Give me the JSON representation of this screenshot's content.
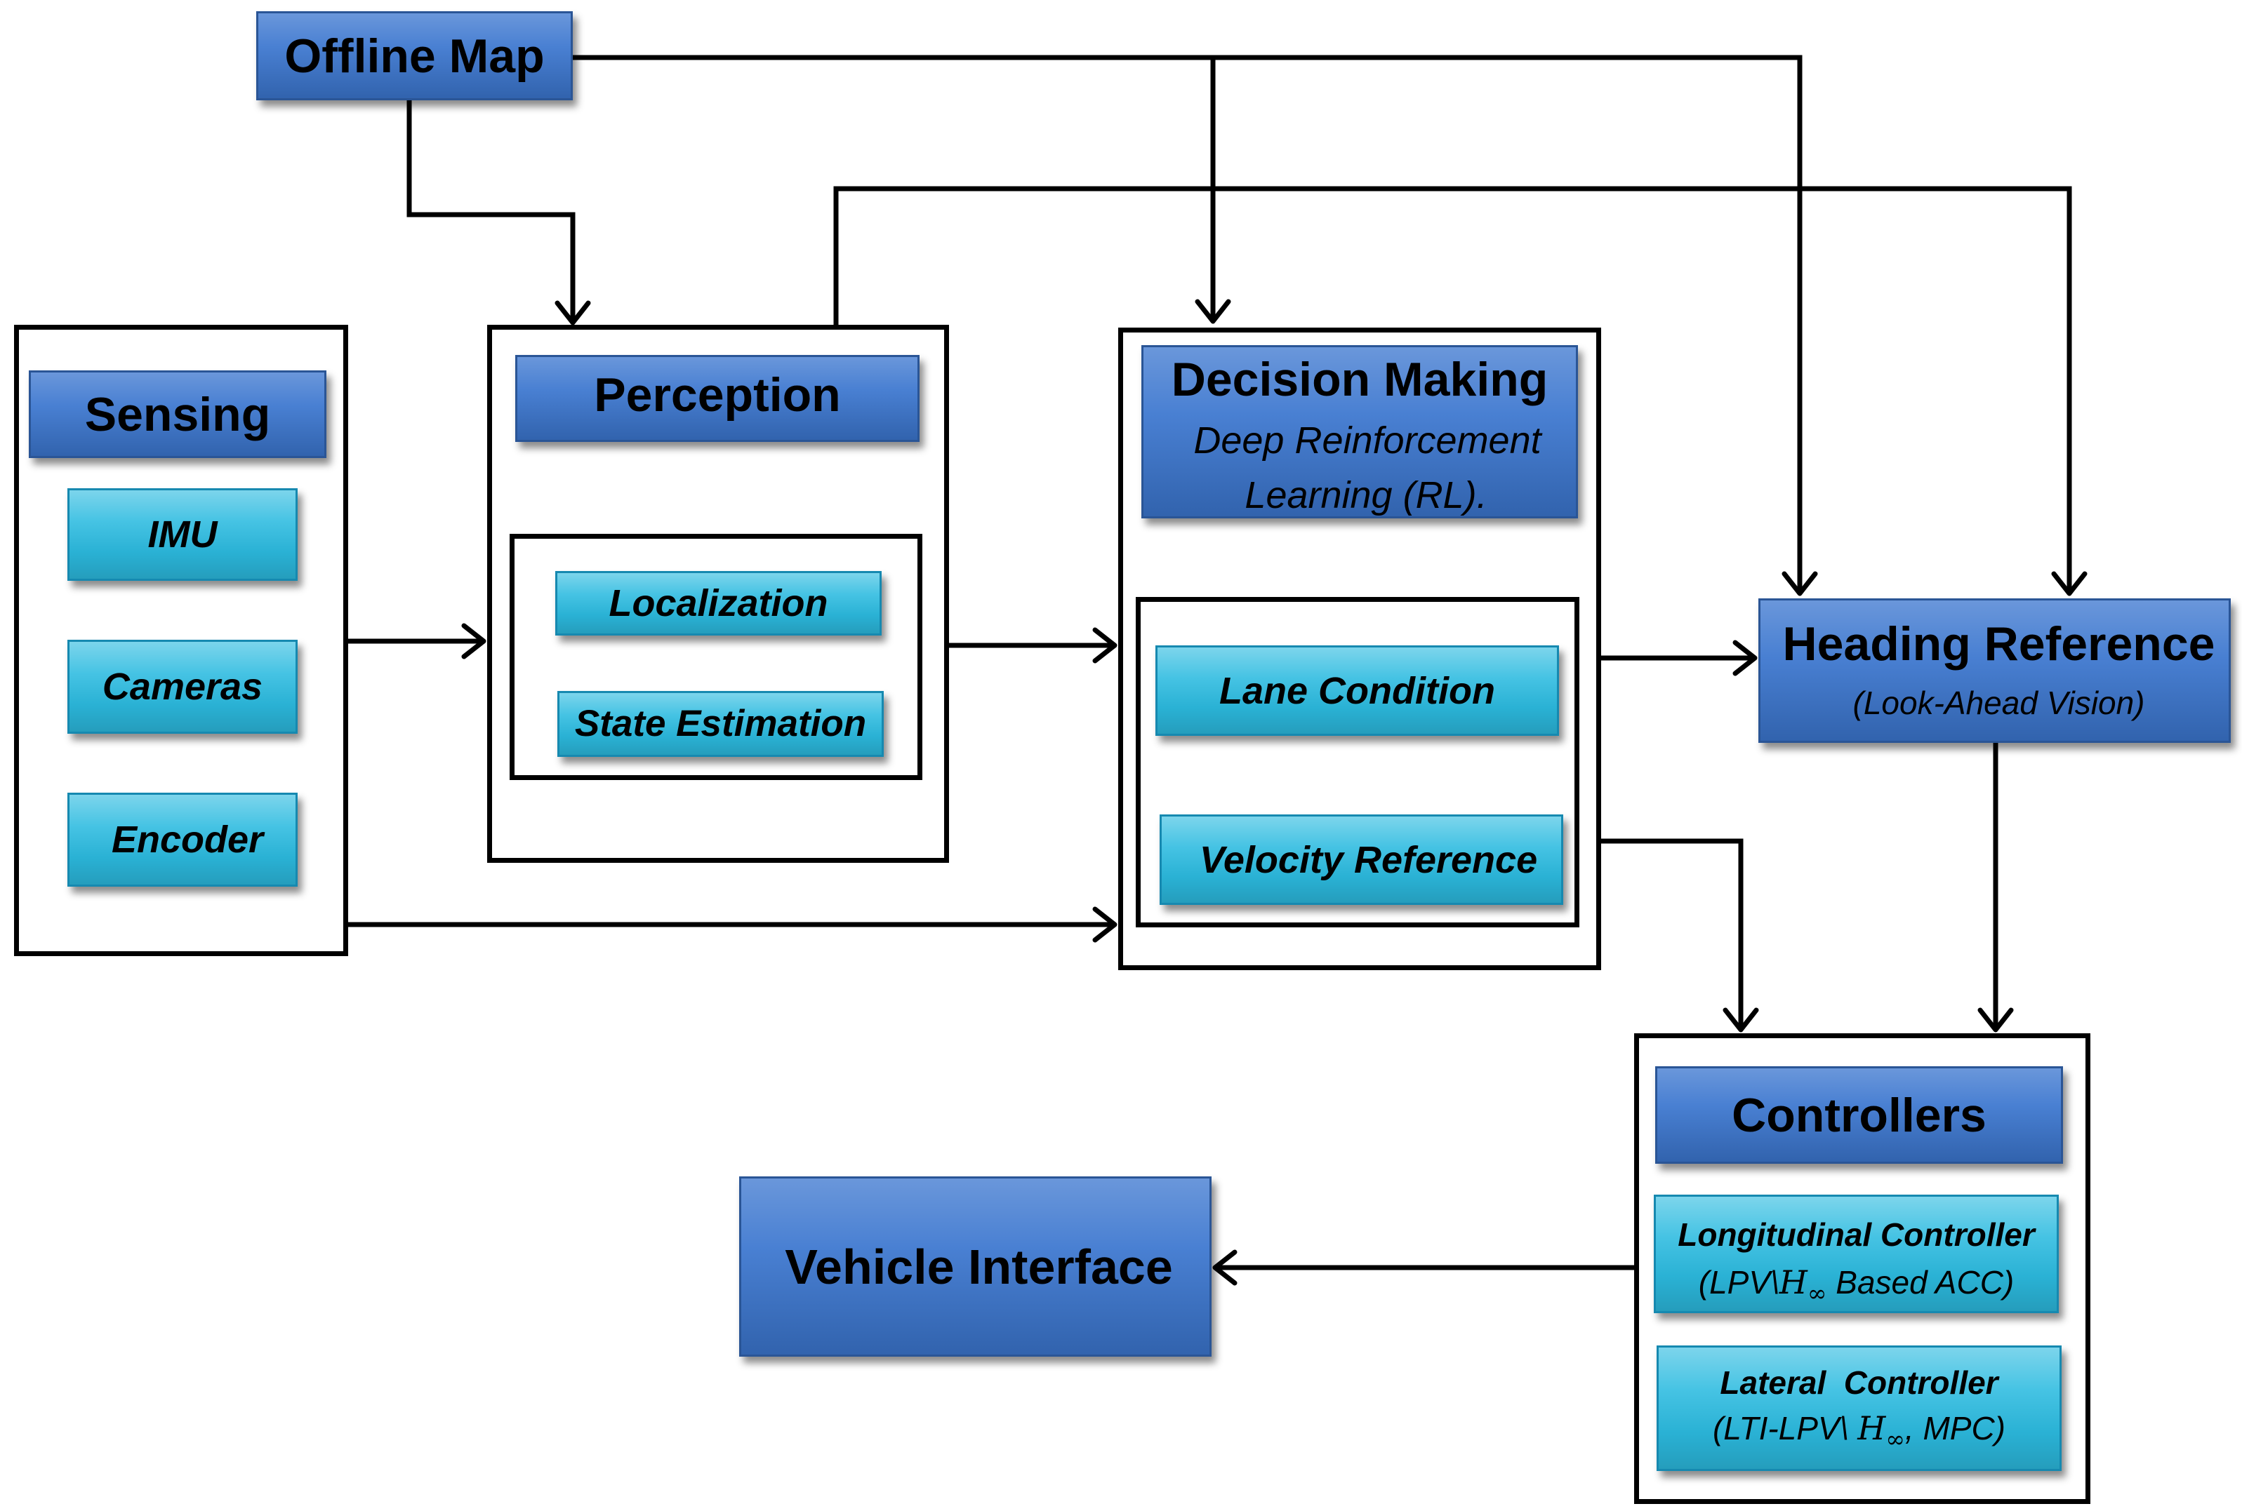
{
  "offline_map": {
    "label": "Offline Map"
  },
  "sensing": {
    "title": "Sensing",
    "items": [
      "IMU",
      "Cameras",
      "Encoder"
    ]
  },
  "perception": {
    "title": "Perception",
    "items": [
      "Localization",
      "State Estimation"
    ]
  },
  "decision_making": {
    "title": "Decision Making",
    "subtitle_lines": [
      "Deep Reinforcement",
      "Learning (RL)."
    ],
    "items": [
      "Lane Condition",
      "Velocity Reference"
    ]
  },
  "heading_reference": {
    "title": "Heading Reference",
    "subtitle": "(Look-Ahead Vision)"
  },
  "controllers": {
    "title": "Controllers",
    "items": [
      {
        "title": "Longitudinal Controller",
        "detail": {
          "prefix": "(LPV\\",
          "symbol": "H",
          "subscript": "∞",
          "suffix": " Based ACC)"
        }
      },
      {
        "title": "Lateral  Controller",
        "detail": {
          "prefix": "(LTI-LPV\\ ",
          "symbol": "H",
          "subscript": "∞",
          "suffix": ", MPC)"
        }
      }
    ]
  },
  "vehicle_interface": {
    "label": "Vehicle Interface"
  },
  "colors": {
    "block_blue": "#3b76cf",
    "block_blue_border": "#2a5596",
    "sub_block_cyan": "#2cbbe0",
    "sub_block_border": "#1689b0",
    "frame_border": "#000000",
    "connector": "#000000",
    "text": "#000000"
  }
}
